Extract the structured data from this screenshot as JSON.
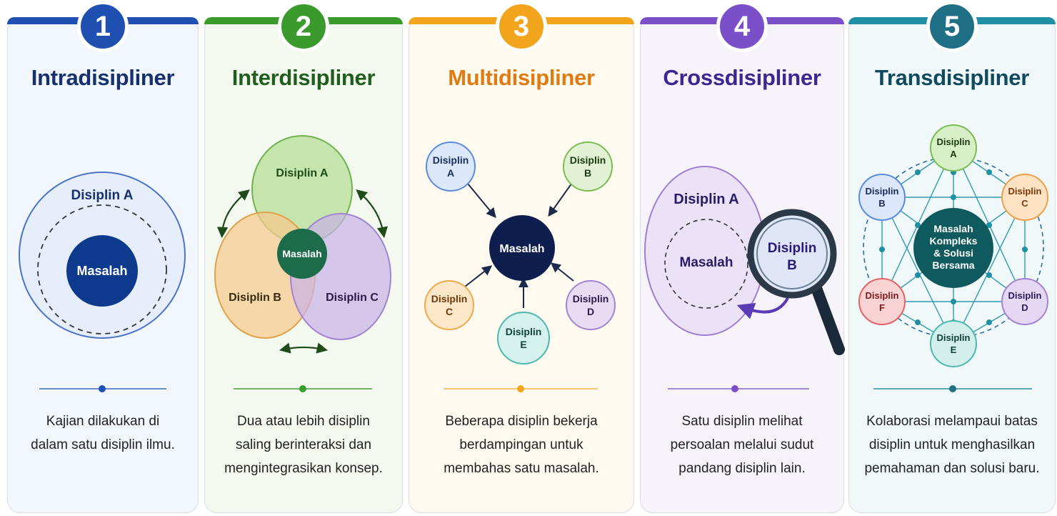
{
  "panels": [
    {
      "number": "1",
      "title": "Intradisipliner",
      "color": "#1f4fb0",
      "title_color": "#17306e",
      "labels": {
        "outer": "Disiplin A",
        "center": "Masalah"
      },
      "desc": [
        "Kajian dilakukan di",
        "dalam satu disiplin ilmu."
      ]
    },
    {
      "number": "2",
      "title": "Interdisipliner",
      "color": "#3a9a2c",
      "title_color": "#1f5e1c",
      "labels": {
        "a": "Disiplin A",
        "b": "Disiplin B",
        "c": "Disiplin C",
        "center": "Masalah"
      },
      "desc": [
        "Dua atau lebih disiplin",
        "saling berinteraksi dan",
        "mengintegrasikan konsep."
      ]
    },
    {
      "number": "3",
      "title": "Multidisipliner",
      "color": "#f1a51d",
      "title_color": "#e07b12",
      "labels": {
        "a1": "Disiplin",
        "a2": "A",
        "b1": "Disiplin",
        "b2": "B",
        "c1": "Disiplin",
        "c2": "C",
        "d1": "Disiplin",
        "d2": "D",
        "e1": "Disiplin",
        "e2": "E",
        "center": "Masalah"
      },
      "desc": [
        "Beberapa disiplin bekerja",
        "berdampingan untuk",
        "membahas satu masalah."
      ]
    },
    {
      "number": "4",
      "title": "Crossdisipliner",
      "color": "#7a4fc8",
      "title_color": "#3d2690",
      "labels": {
        "a": "Disiplin A",
        "center": "Masalah",
        "b1": "Disiplin",
        "b2": "B"
      },
      "desc": [
        "Satu disiplin melihat",
        "persoalan melalui sudut",
        "pandang disiplin lain."
      ]
    },
    {
      "number": "5",
      "title": "Transdisipliner",
      "color": "#1f8fa6",
      "title_color": "#0f4a5e",
      "labels": {
        "a1": "Disiplin",
        "a2": "A",
        "b1": "Disiplin",
        "b2": "B",
        "c1": "Disiplin",
        "c2": "C",
        "d1": "Disiplin",
        "d2": "D",
        "e1": "Disiplin",
        "e2": "E",
        "f1": "Disiplin",
        "f2": "F",
        "center1": "Masalah",
        "center2": "Kompleks",
        "center3": "& Solusi",
        "center4": "Bersama"
      },
      "desc": [
        "Kolaborasi melampaui batas",
        "disiplin untuk menghasilkan",
        "pemahaman dan solusi baru."
      ]
    }
  ]
}
